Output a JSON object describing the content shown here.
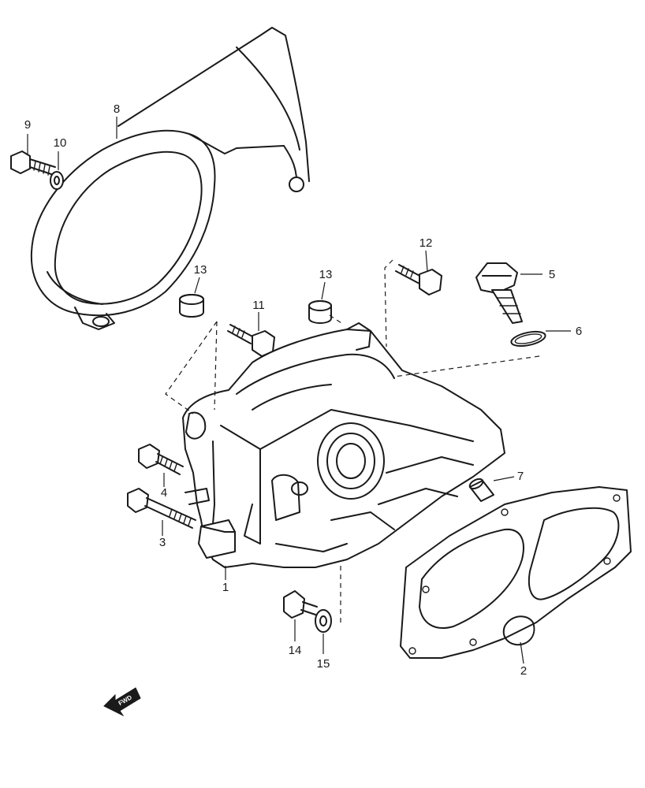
{
  "callouts": {
    "c1": "1",
    "c2": "2",
    "c3": "3",
    "c4": "4",
    "c5": "5",
    "c6": "6",
    "c7": "7",
    "c8": "8",
    "c9": "9",
    "c10": "10",
    "c11": "11",
    "c12": "12",
    "c13a": "13",
    "c13b": "13",
    "c14": "14",
    "c15": "15"
  },
  "direction_arrow": {
    "label": "FWD"
  }
}
